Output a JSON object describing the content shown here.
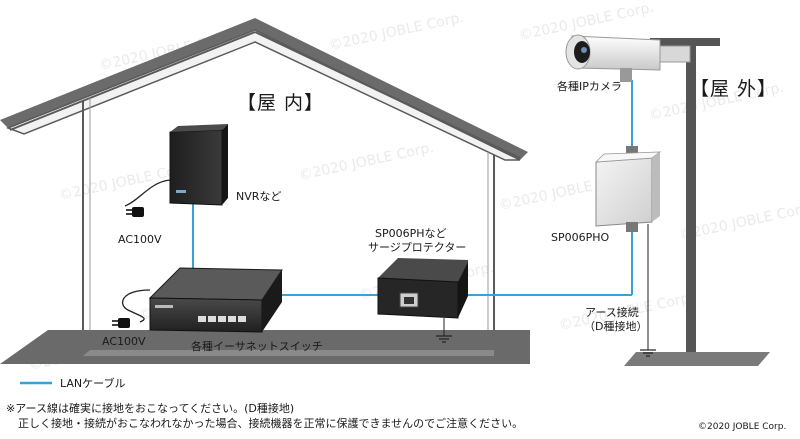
{
  "labels": {
    "indoor": "【屋 内】",
    "outdoor": "【屋 外】",
    "camera": "各種IPカメラ",
    "nvr": "NVRなど",
    "ac1": "AC100V",
    "ac2": "AC100V",
    "protector_line1": "SP006PHなど",
    "protector_line2": "サージプロテクター",
    "outdoor_protector": "SP006PHO",
    "ground_line1": "アース接続",
    "ground_line2": "（D種接地）",
    "switch": "各種イーサネットスイッチ",
    "legend": "LANケーブル"
  },
  "notes": {
    "line1": "※アース線は確実に接地をおこなってください。(D種接地)",
    "line2": "正しく接地・接続がおこなわれなかった場合、接続機器を正常に保護できませんのでご注意ください。"
  },
  "copyright": "©2020 JOBLE Corp.",
  "watermark": "©2020 JOBLE Corp.",
  "colors": {
    "lan": "#3aa0d8",
    "house": "#5a5a5a",
    "pole": "#555555",
    "device_dark": "#2c2c2c",
    "box_light": "#e8e8e8"
  }
}
